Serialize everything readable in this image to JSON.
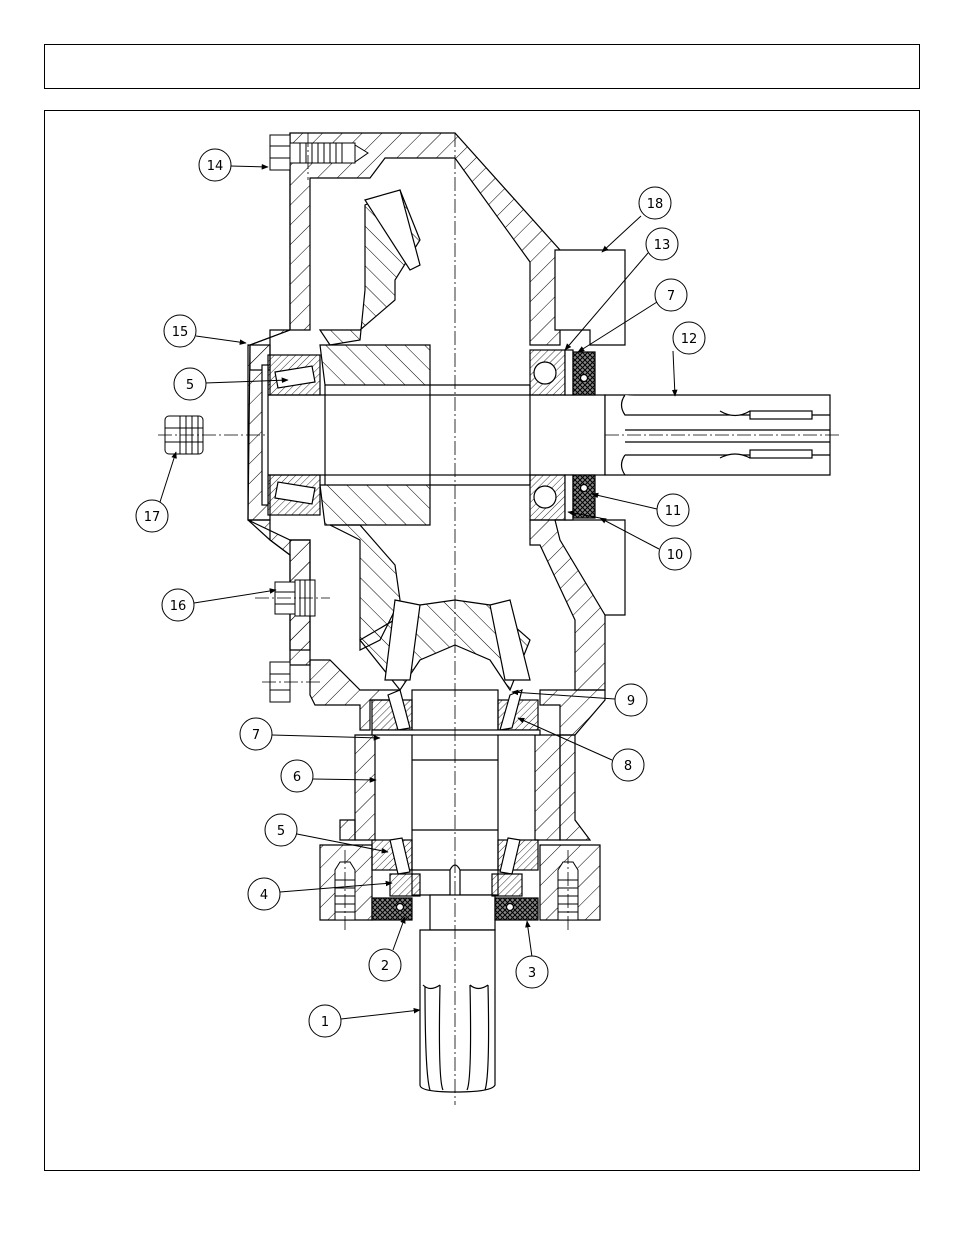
{
  "header": {
    "title": ""
  },
  "callouts": [
    {
      "id": "c14",
      "label": "14"
    },
    {
      "id": "c18",
      "label": "18"
    },
    {
      "id": "c13",
      "label": "13"
    },
    {
      "id": "c7a",
      "label": "7"
    },
    {
      "id": "c12",
      "label": "12"
    },
    {
      "id": "c15",
      "label": "15"
    },
    {
      "id": "c5a",
      "label": "5"
    },
    {
      "id": "c17",
      "label": "17"
    },
    {
      "id": "c11",
      "label": "11"
    },
    {
      "id": "c10",
      "label": "10"
    },
    {
      "id": "c16",
      "label": "16"
    },
    {
      "id": "c9",
      "label": "9"
    },
    {
      "id": "c7b",
      "label": "7"
    },
    {
      "id": "c8",
      "label": "8"
    },
    {
      "id": "c6",
      "label": "6"
    },
    {
      "id": "c5b",
      "label": "5"
    },
    {
      "id": "c4",
      "label": "4"
    },
    {
      "id": "c2",
      "label": "2"
    },
    {
      "id": "c3",
      "label": "3"
    },
    {
      "id": "c1",
      "label": "1"
    }
  ]
}
